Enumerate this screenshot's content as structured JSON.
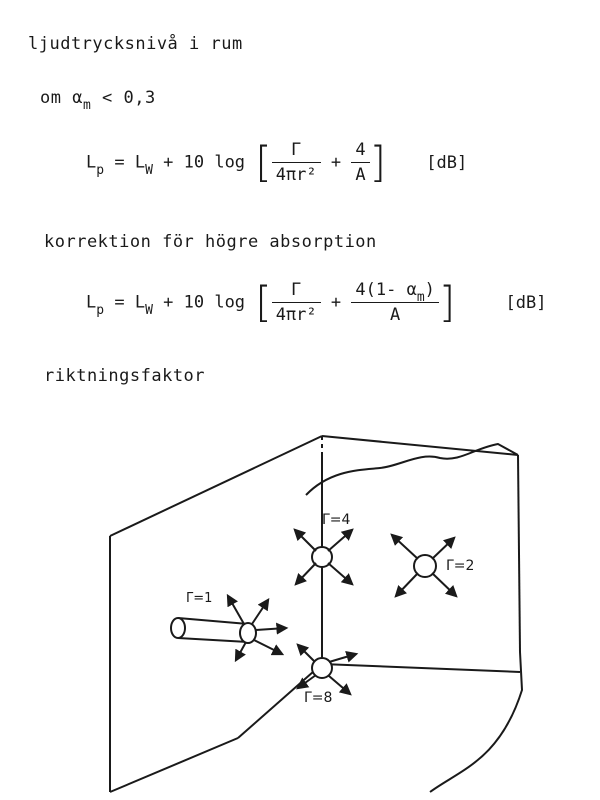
{
  "heading": "ljudtrycksnivå i rum",
  "condition": {
    "prefix": "om α",
    "sub": "m",
    "suffix": "< 0,3"
  },
  "formula1": {
    "lhs": "L",
    "lhs_sub": "p",
    "eq": "=",
    "lw": "L",
    "lw_sub": "W",
    "plus_log": "+ 10 log",
    "f1_num": "Γ",
    "f1_den": "4πr²",
    "plus": "+",
    "f2_num": "4",
    "f2_den": "A",
    "unit": "[dB]"
  },
  "correction_label": "korrektion för högre absorption",
  "formula2": {
    "lhs": "L",
    "lhs_sub": "p",
    "eq": "=",
    "lw": "L",
    "lw_sub": "W",
    "plus_log": "+ 10 log",
    "f1_num": "Γ",
    "f1_den": "4πr²",
    "plus": "+",
    "f2_num": "4(1- α",
    "f2_num_sub": "m",
    "f2_num_close": ")",
    "f2_den": "A",
    "unit": "[dB]"
  },
  "directivity_label": "riktningsfaktor",
  "diagram": {
    "labels": {
      "g4": "Γ=4",
      "g2": "Γ=2",
      "g1": "Γ=1",
      "g8": "Γ=8"
    }
  }
}
